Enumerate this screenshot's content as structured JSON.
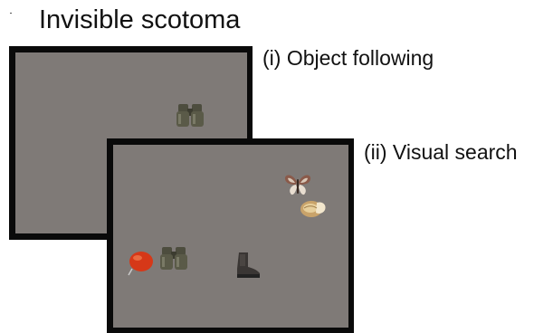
{
  "title": "Invisible scotoma",
  "panels": [
    {
      "label": "(i) Object following",
      "objects": [
        "binoculars-icon"
      ]
    },
    {
      "label": "(ii) Visual search",
      "objects": [
        "butterfly-icon",
        "seashell-icon",
        "red-lollipop-icon",
        "binoculars-icon",
        "boot-icon"
      ]
    }
  ],
  "colors": {
    "screen_bg": "#7f7a77",
    "screen_border": "#0a0a0a",
    "text": "#111111"
  }
}
